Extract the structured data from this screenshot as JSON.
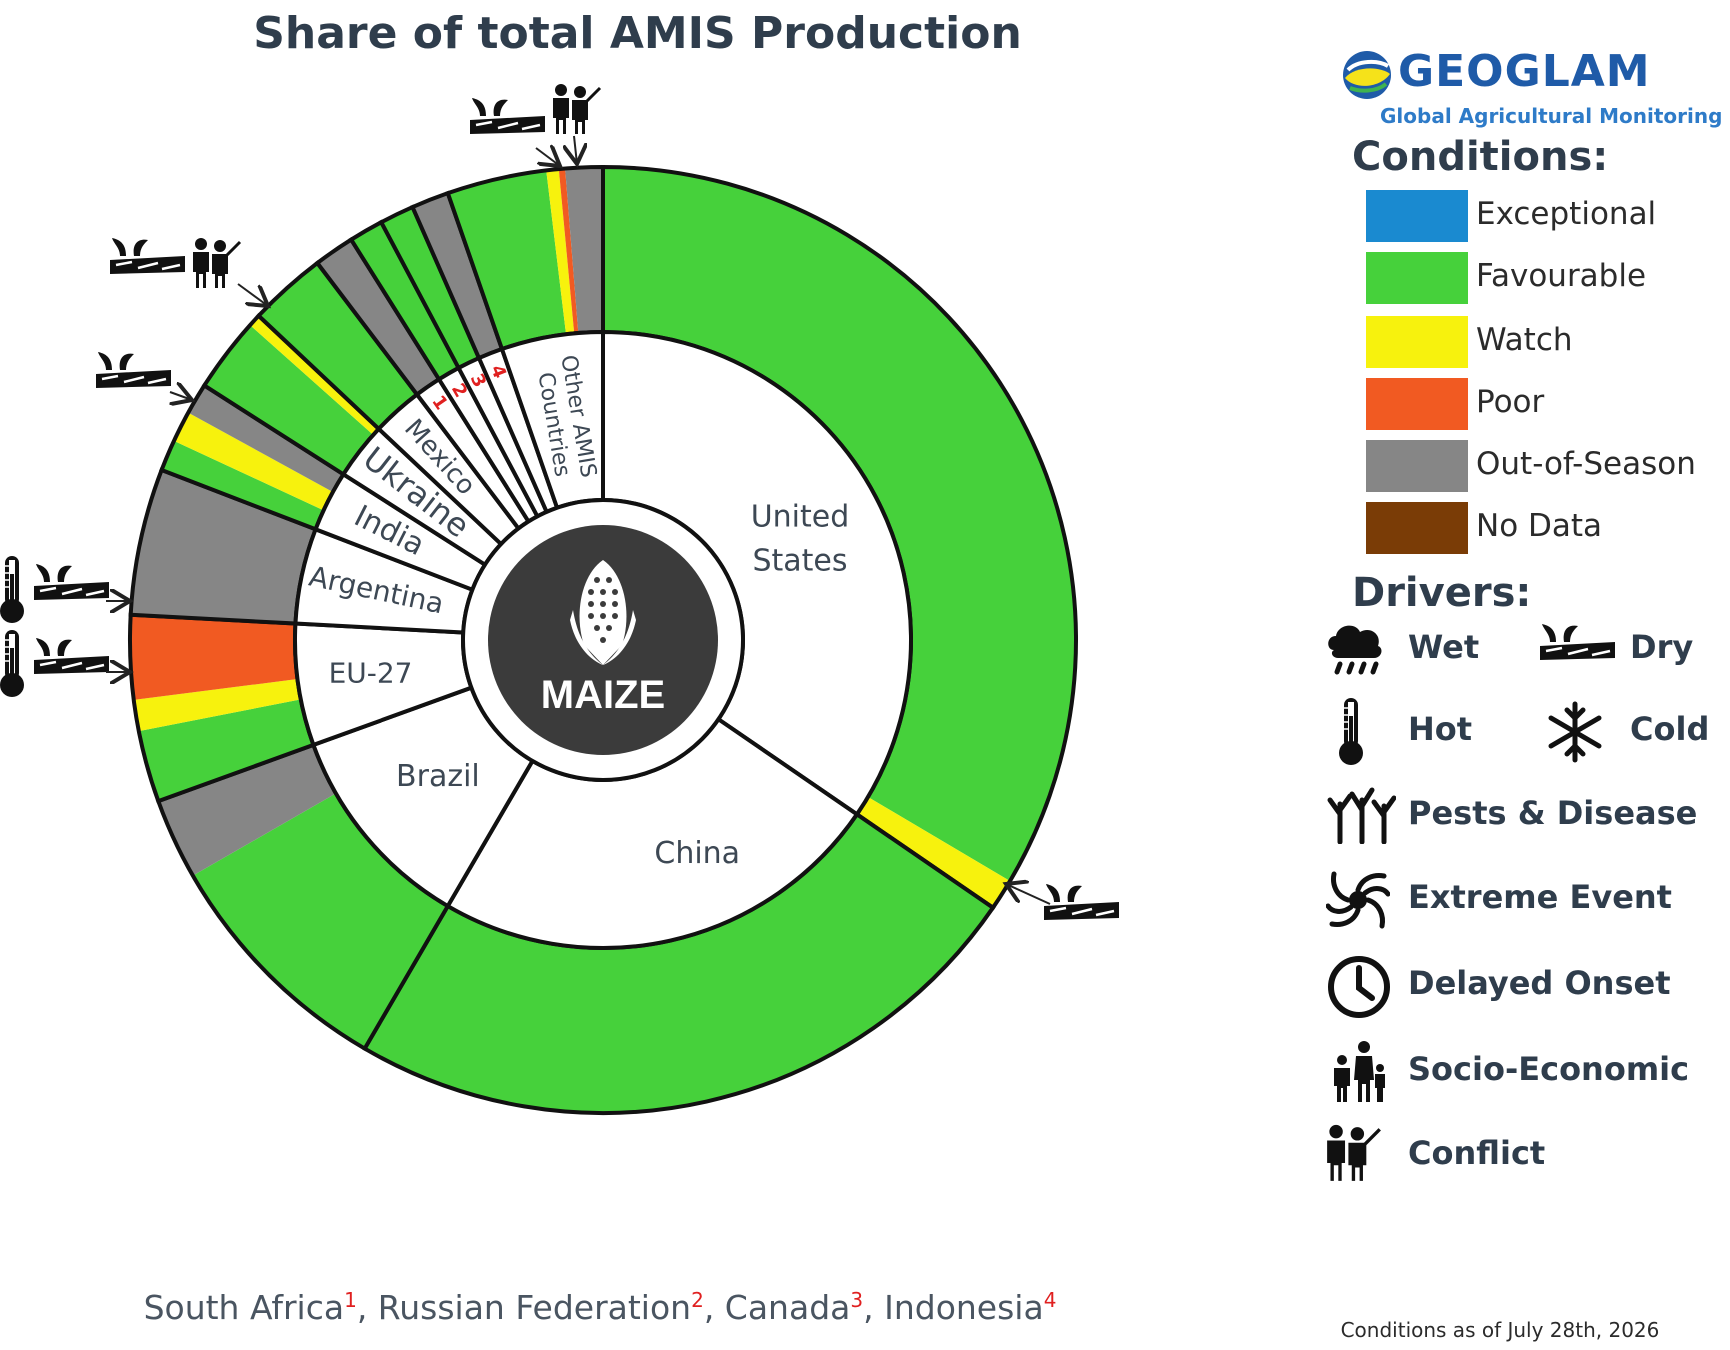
{
  "chart_data": {
    "type": "donut",
    "title": "Share of total AMIS Production",
    "center_label": "MAIZE",
    "countries": [
      {
        "name": "United States",
        "share": 32.5,
        "segments": [
          {
            "condition": "Favourable",
            "share": 31.5
          },
          {
            "condition": "Watch",
            "share": 1.0
          }
        ],
        "drivers": [
          "Dry"
        ]
      },
      {
        "name": "China",
        "share": 22.4,
        "segments": [
          {
            "condition": "Favourable",
            "share": 22.4
          }
        ],
        "drivers": []
      },
      {
        "name": "Brazil",
        "share": 10.4,
        "segments": [
          {
            "condition": "Favourable",
            "share": 7.8
          },
          {
            "condition": "Out-of-Season",
            "share": 2.6
          }
        ],
        "drivers": []
      },
      {
        "name": "EU-27",
        "share": 6.0,
        "segments": [
          {
            "condition": "Favourable",
            "share": 2.3
          },
          {
            "condition": "Watch",
            "share": 1.0
          },
          {
            "condition": "Poor",
            "share": 2.7
          }
        ],
        "drivers": [
          "Hot",
          "Dry"
        ]
      },
      {
        "name": "Argentina",
        "share": 4.7,
        "segments": [
          {
            "condition": "Out-of-Season",
            "share": 4.7
          }
        ],
        "drivers": []
      },
      {
        "name": "India",
        "share": 3.0,
        "segments": [
          {
            "condition": "Favourable",
            "share": 1.0
          },
          {
            "condition": "Watch",
            "share": 1.0
          },
          {
            "condition": "Out-of-Season",
            "share": 1.0
          }
        ],
        "drivers": [
          "Dry"
        ]
      },
      {
        "name": "Ukraine",
        "share": 2.8,
        "segments": [
          {
            "condition": "Favourable",
            "share": 2.4
          },
          {
            "condition": "Watch",
            "share": 0.4
          }
        ],
        "drivers": [
          "Dry",
          "Conflict"
        ]
      },
      {
        "name": "Mexico",
        "share": 2.5,
        "segments": [
          {
            "condition": "Favourable",
            "share": 2.5
          }
        ],
        "drivers": []
      },
      {
        "name": "1",
        "share": 1.3,
        "segments": [
          {
            "condition": "Out-of-Season",
            "share": 1.3
          }
        ],
        "drivers": []
      },
      {
        "name": "2",
        "share": 1.1,
        "segments": [
          {
            "condition": "Favourable",
            "share": 1.1
          }
        ],
        "drivers": []
      },
      {
        "name": "3",
        "share": 1.1,
        "segments": [
          {
            "condition": "Favourable",
            "share": 1.1
          }
        ],
        "drivers": []
      },
      {
        "name": "4",
        "share": 1.2,
        "segments": [
          {
            "condition": "Out-of-Season",
            "share": 1.2
          }
        ],
        "drivers": []
      },
      {
        "name": "Other AMIS Countries",
        "share": 5.0,
        "segments": [
          {
            "condition": "Favourable",
            "share": 3.2
          },
          {
            "condition": "Watch",
            "share": 0.4
          },
          {
            "condition": "Poor",
            "share": 0.2
          },
          {
            "condition": "Out-of-Season",
            "share": 1.2
          }
        ],
        "drivers": [
          "Dry",
          "Conflict"
        ]
      }
    ],
    "condition_colors": {
      "Exceptional": "#1a8ad0",
      "Favourable": "#46d13b",
      "Watch": "#f7f20d",
      "Poor": "#f15a22",
      "Out-of-Season": "#868686",
      "No Data": "#7a3c06"
    }
  },
  "legend": {
    "logo_word": "GEOGLAM",
    "logo_sub": "Global Agricultural Monitoring",
    "conditions_heading": "Conditions:",
    "conditions": [
      {
        "label": "Exceptional",
        "color": "#1a8ad0"
      },
      {
        "label": "Favourable",
        "color": "#46d13b"
      },
      {
        "label": "Watch",
        "color": "#f7f20d"
      },
      {
        "label": "Poor",
        "color": "#f15a22"
      },
      {
        "label": "Out-of-Season",
        "color": "#868686"
      },
      {
        "label": "No Data",
        "color": "#7a3c06"
      }
    ],
    "drivers_heading": "Drivers:",
    "drivers": [
      {
        "label": "Wet",
        "icon": "wet-icon"
      },
      {
        "label": "Dry",
        "icon": "dry-icon"
      },
      {
        "label": "Hot",
        "icon": "hot-icon"
      },
      {
        "label": "Cold",
        "icon": "cold-icon"
      },
      {
        "label": "Pests & Disease",
        "icon": "pests-disease-icon"
      },
      {
        "label": "Extreme Event",
        "icon": "extreme-event-icon"
      },
      {
        "label": "Delayed Onset",
        "icon": "delayed-onset-icon"
      },
      {
        "label": "Socio-Economic",
        "icon": "socio-economic-icon"
      },
      {
        "label": "Conflict",
        "icon": "conflict-icon"
      }
    ]
  },
  "footnote": {
    "items": [
      {
        "name": "South Africa",
        "num": "1"
      },
      {
        "name": "Russian Federation",
        "num": "2"
      },
      {
        "name": "Canada",
        "num": "3"
      },
      {
        "name": "Indonesia",
        "num": "4"
      }
    ]
  },
  "as_of": "Conditions as of July 28th, 2026"
}
